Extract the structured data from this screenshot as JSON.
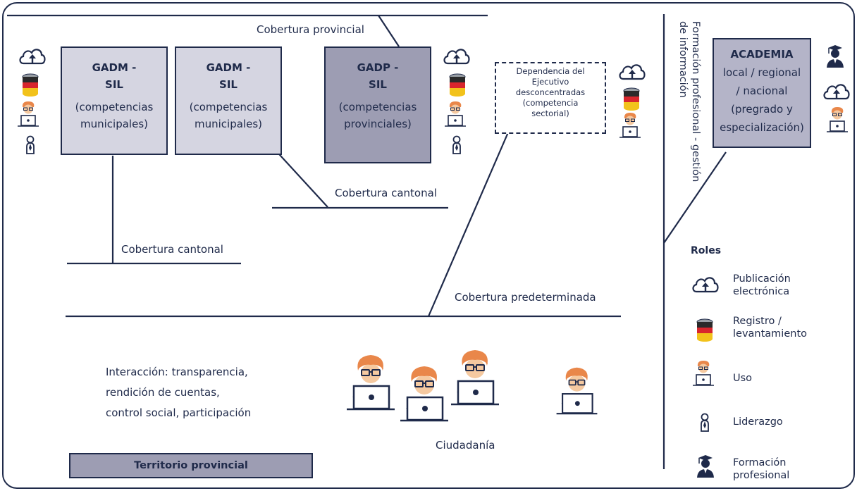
{
  "top": {
    "cobertura_provincial": "Cobertura provincial",
    "cobertura_cantonal_right": "Cobertura cantonal",
    "cobertura_cantonal_left": "Cobertura cantonal",
    "cobertura_predeterminada": "Cobertura predeterminada"
  },
  "boxes": [
    {
      "title": "GADM -",
      "title2": "SIL",
      "body1": "(competencias",
      "body2": "municipales)"
    },
    {
      "title": "GADM -",
      "title2": "SIL",
      "body1": "(competencias",
      "body2": "municipales)"
    },
    {
      "title": "GADP -",
      "title2": "SIL",
      "body1": "(competencias",
      "body2": "provinciales)"
    }
  ],
  "dependencia": [
    "Dependencia del",
    "Ejecutivo",
    "desconcentradas",
    "(competencia",
    "sectorial)"
  ],
  "academia": {
    "title": "ACADEMIA",
    "l1": "local / regional",
    "l2": "/ nacional",
    "l3": "(pregrado y",
    "l4": "especialización)"
  },
  "vertical_text": "Formación profesional - gestión de información",
  "interaccion": [
    "Interacción: transparencia,",
    "rendición de cuentas,",
    "control social, participación"
  ],
  "ciudadania": "Ciudadanía",
  "territorio": "Territorio provincial",
  "roles": {
    "title": "Roles",
    "items": [
      {
        "icon": "cloud-upload-icon",
        "l1": "Publicación",
        "l2": "electrónica"
      },
      {
        "icon": "database-icon",
        "l1": "Registro /",
        "l2": "levantamiento"
      },
      {
        "icon": "user-laptop-icon",
        "l1": "Uso",
        "l2": ""
      },
      {
        "icon": "leader-person-icon",
        "l1": "Liderazgo",
        "l2": ""
      },
      {
        "icon": "graduate-icon",
        "l1": "Formación",
        "l2": "profesional"
      }
    ]
  },
  "colors": {
    "line": "#1f2a4a",
    "box_light": "#d5d5e1",
    "box_dark": "#9d9db3",
    "db_red": "#d8262d",
    "db_yellow": "#f2c21b"
  }
}
